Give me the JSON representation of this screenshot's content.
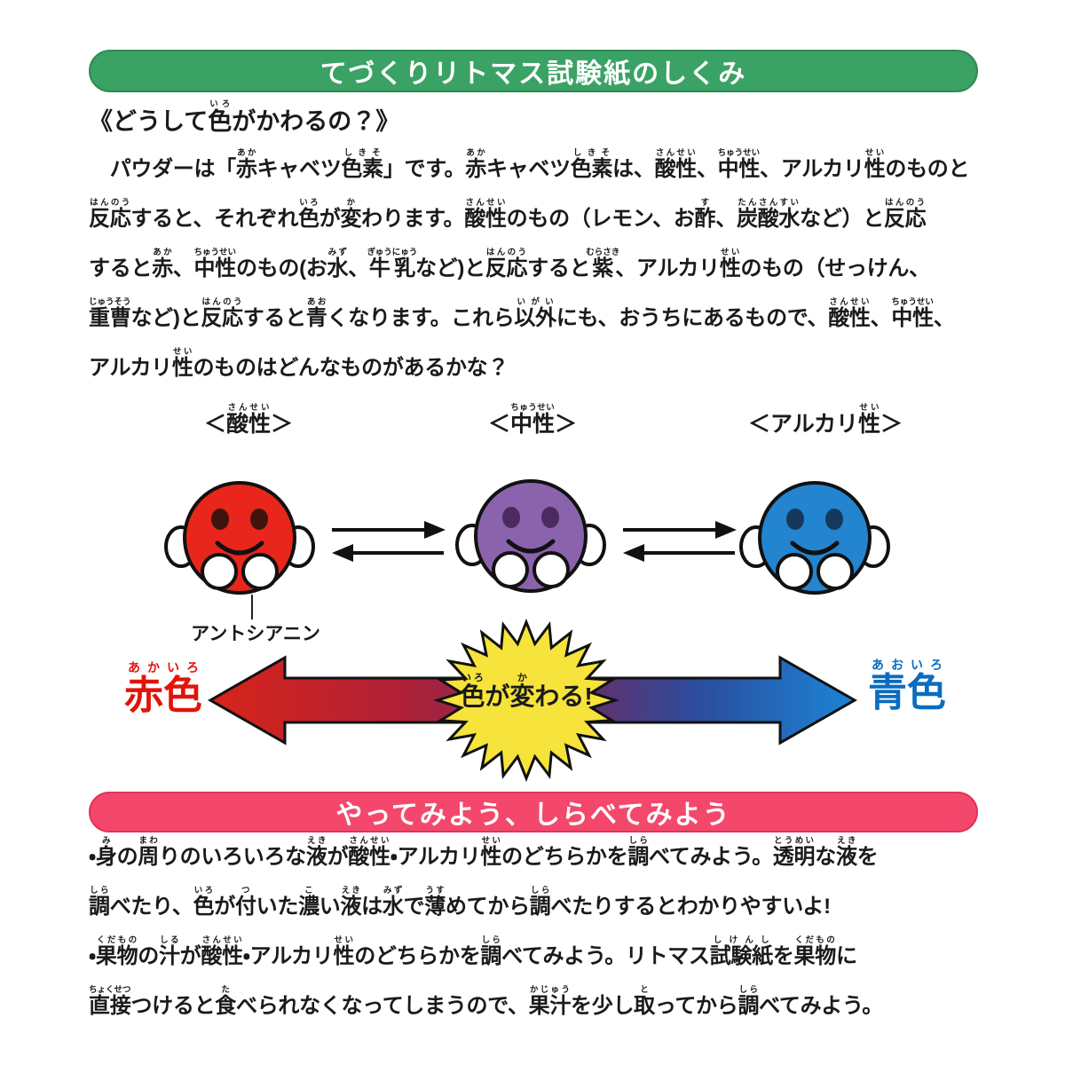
{
  "header": {
    "title": "てづくりリトマス試験紙のしくみ",
    "bg": "#3aa264",
    "text_color": "#ffffff"
  },
  "intro": {
    "heading": [
      [
        "《どうして",
        ""
      ],
      [
        "色",
        "いろ"
      ],
      [
        "がかわるの？》",
        ""
      ]
    ],
    "lines": [
      [
        [
          "　パウダーは「",
          ""
        ],
        [
          "赤",
          "あか"
        ],
        [
          "キャベツ",
          ""
        ],
        [
          "色素",
          "しきそ"
        ],
        [
          "」です。",
          ""
        ],
        [
          "赤",
          "あか"
        ],
        [
          "キャベツ",
          ""
        ],
        [
          "色素",
          "しきそ"
        ],
        [
          "は、",
          ""
        ],
        [
          "酸性",
          "さんせい"
        ],
        [
          "、",
          ""
        ],
        [
          "中性",
          "ちゅうせい"
        ],
        [
          "、アルカリ",
          ""
        ],
        [
          "性",
          "せい"
        ],
        [
          "のものと",
          ""
        ]
      ],
      [
        [
          "反応",
          "はんのう"
        ],
        [
          "すると、それぞれ",
          ""
        ],
        [
          "色",
          "いろ"
        ],
        [
          "が",
          ""
        ],
        [
          "変",
          "か"
        ],
        [
          "わります。",
          ""
        ],
        [
          "酸性",
          "さんせい"
        ],
        [
          "のもの（レモン、お",
          ""
        ],
        [
          "酢",
          "す"
        ],
        [
          "、",
          ""
        ],
        [
          "炭酸水",
          "たんさんすい"
        ],
        [
          "など）と",
          ""
        ],
        [
          "反応",
          "はんのう"
        ]
      ],
      [
        [
          "すると",
          ""
        ],
        [
          "赤",
          "あか"
        ],
        [
          "、",
          ""
        ],
        [
          "中性",
          "ちゅうせい"
        ],
        [
          "のもの(お",
          ""
        ],
        [
          "水",
          "みず"
        ],
        [
          "、",
          ""
        ],
        [
          "牛乳",
          "ぎゅうにゅう"
        ],
        [
          "など)と",
          ""
        ],
        [
          "反応",
          "はんのう"
        ],
        [
          "すると",
          ""
        ],
        [
          "紫",
          "むらさき"
        ],
        [
          "、アルカリ",
          ""
        ],
        [
          "性",
          "せい"
        ],
        [
          "のもの（せっけん、",
          ""
        ]
      ],
      [
        [
          "重曹",
          "じゅうそう"
        ],
        [
          "など)と",
          ""
        ],
        [
          "反応",
          "はんのう"
        ],
        [
          "すると",
          ""
        ],
        [
          "青",
          "あお"
        ],
        [
          "くなります。これら",
          ""
        ],
        [
          "以外",
          "いがい"
        ],
        [
          "にも、おうちにあるもので、",
          ""
        ],
        [
          "酸性",
          "さんせい"
        ],
        [
          "、",
          ""
        ],
        [
          "中性",
          "ちゅうせい"
        ],
        [
          "、",
          ""
        ]
      ],
      [
        [
          "アルカリ",
          ""
        ],
        [
          "性",
          "せい"
        ],
        [
          "のものはどんなものがあるかな？",
          ""
        ]
      ]
    ]
  },
  "diagram": {
    "labels": {
      "acidic": [
        [
          "＜",
          ""
        ],
        [
          "酸性",
          "さんせい"
        ],
        [
          "＞",
          ""
        ]
      ],
      "neutral": [
        [
          "＜",
          ""
        ],
        [
          "中性",
          "ちゅうせい"
        ],
        [
          "＞",
          ""
        ]
      ],
      "alkaline": [
        [
          "＜アルカリ",
          ""
        ],
        [
          "性",
          "せい"
        ],
        [
          "＞",
          ""
        ]
      ]
    },
    "faces": [
      {
        "name": "acidic",
        "color": "#e8261b",
        "eye": "#3f140d"
      },
      {
        "name": "neutral",
        "color": "#8a63ac",
        "eye": "#4b2a5e"
      },
      {
        "name": "alkaline",
        "color": "#2384cf",
        "eye": "#15395a"
      }
    ],
    "annotation": "アントシアニン",
    "arrow": {
      "left_label": [
        [
          "赤色",
          "あかいろ"
        ]
      ],
      "right_label": [
        [
          "青色",
          "あおいろ"
        ]
      ],
      "left_color": "#e01408",
      "right_color": "#0a6cc0",
      "gradient": [
        "#d7241a",
        "#b02138",
        "#6e2a62",
        "#2d4b9b",
        "#1b84d6"
      ]
    },
    "burst": {
      "text": [
        [
          "色",
          "いろ"
        ],
        [
          "が",
          ""
        ],
        [
          "変",
          "か"
        ],
        [
          "わる!",
          ""
        ]
      ],
      "bg": "#f6e33b"
    }
  },
  "section2": {
    "title": "やってみよう、しらべてみよう",
    "bg": "#f3486c",
    "text_color": "#ffffff",
    "lines": [
      [
        [
          "・",
          ""
        ],
        [
          "身",
          "み"
        ],
        [
          "の",
          ""
        ],
        [
          "周",
          "まわ"
        ],
        [
          "りのいろいろな",
          ""
        ],
        [
          "液",
          "えき"
        ],
        [
          "が",
          ""
        ],
        [
          "酸性",
          "さんせい"
        ],
        [
          "・アルカリ",
          ""
        ],
        [
          "性",
          "せい"
        ],
        [
          "のどちらかを",
          ""
        ],
        [
          "調",
          "しら"
        ],
        [
          "べてみよう。",
          ""
        ],
        [
          "透明",
          "とうめい"
        ],
        [
          "な",
          ""
        ],
        [
          "液",
          "えき"
        ],
        [
          "を",
          ""
        ]
      ],
      [
        [
          "調",
          "しら"
        ],
        [
          "べたり、",
          ""
        ],
        [
          "色",
          "いろ"
        ],
        [
          "が",
          ""
        ],
        [
          "付",
          "つ"
        ],
        [
          "いた",
          ""
        ],
        [
          "濃",
          "こ"
        ],
        [
          "い",
          ""
        ],
        [
          "液",
          "えき"
        ],
        [
          "は",
          ""
        ],
        [
          "水",
          "みず"
        ],
        [
          "で",
          ""
        ],
        [
          "薄",
          "うす"
        ],
        [
          "めてから",
          ""
        ],
        [
          "調",
          "しら"
        ],
        [
          "べたりするとわかりやすいよ!",
          ""
        ]
      ],
      [
        [
          "・",
          ""
        ],
        [
          "果物",
          "くだもの"
        ],
        [
          "の",
          ""
        ],
        [
          "汁",
          "しる"
        ],
        [
          "が",
          ""
        ],
        [
          "酸性",
          "さんせい"
        ],
        [
          "・アルカリ",
          ""
        ],
        [
          "性",
          "せい"
        ],
        [
          "のどちらかを",
          ""
        ],
        [
          "調",
          "しら"
        ],
        [
          "べてみよう。リトマス",
          ""
        ],
        [
          "試験紙",
          "しけんし"
        ],
        [
          "を",
          ""
        ],
        [
          "果物",
          "くだもの"
        ],
        [
          "に",
          ""
        ]
      ],
      [
        [
          "直接",
          "ちょくせつ"
        ],
        [
          "つけると",
          ""
        ],
        [
          "食",
          "た"
        ],
        [
          "べられなくなってしまうので、",
          ""
        ],
        [
          "果汁",
          "かじゅう"
        ],
        [
          "を少し",
          ""
        ],
        [
          "取",
          "と"
        ],
        [
          "ってから",
          ""
        ],
        [
          "調",
          "しら"
        ],
        [
          "べてみよう。",
          ""
        ]
      ]
    ]
  }
}
